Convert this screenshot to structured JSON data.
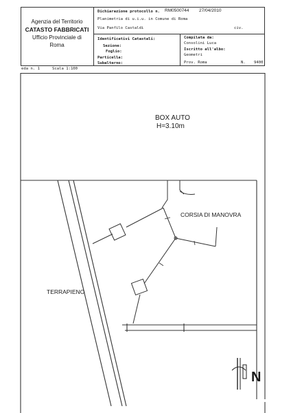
{
  "header": {
    "agency_line1": "Agenzia del Territorio",
    "agency_line2": "CATASTO FABBRICATI",
    "agency_line3": "Ufficio Provinciale di",
    "agency_line4": "Roma",
    "declaration_label": "Dichiarazione protocollo n.",
    "declaration_number": "RM0500744",
    "declaration_date": "27/04/2010",
    "plan_title": "Planimetria di u.i.u. in Comune di Roma",
    "address": "Via Panfilo Castaldi",
    "civ_label": "civ.",
    "identifiers_label": "Identificativi Catastali:",
    "section_label": "Sezione:",
    "sheet_label": "Foglio:",
    "parcel_label": "Particella:",
    "subaltern_label": "Subalterno:",
    "compiled_label": "Compilata da:",
    "compiled_name": "Consolini Luca",
    "registered_label": "Iscritto all'albo:",
    "registered_value": "Geometri",
    "province_label": "Prov. Roma",
    "number_label": "N.",
    "number_value": "9400",
    "scheda_label": "eda n. 1",
    "scale_label": "Scala 1:100"
  },
  "plan": {
    "room_name": "BOX AUTO",
    "room_height": "H=3.10m",
    "lane_label": "CORSIA DI MANOVRA",
    "embankment_label": "TERRAPIENO",
    "north_label": "N"
  }
}
